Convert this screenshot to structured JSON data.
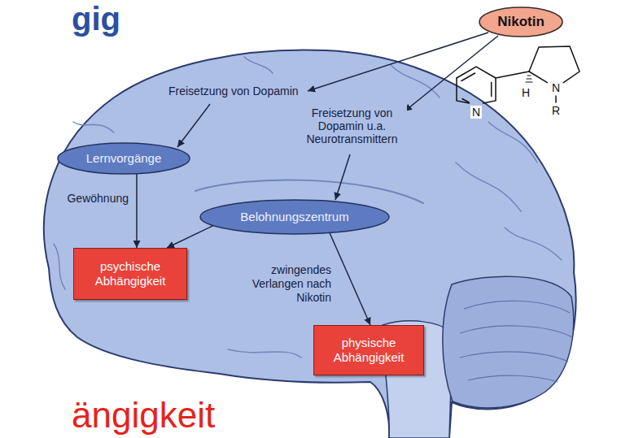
{
  "diagram": {
    "nodes": [
      {
        "text": [
          "Nikotin"
        ]
      },
      {
        "text": [
          "Lernvorgänge"
        ]
      },
      {
        "text": [
          "Belohnungszentrum"
        ]
      },
      {
        "text": [
          "psychische Abhängigkeit"
        ]
      },
      {
        "text": [
          "physische Abhängigkeit"
        ]
      }
    ],
    "edges": [
      {
        "from": 1,
        "to": 3,
        "arrow": "to",
        "label": "Gewöhnung"
      },
      {
        "from": 2,
        "to": 3,
        "arrow": "to"
      },
      {
        "from": 2,
        "to": 4,
        "arrow": "to",
        "label": "zwingendes Verlangen nach Nikotin"
      }
    ],
    "labels": [
      "gig",
      "Freisetzung von Dopamin",
      "Freisetzung von Dopamin u.a. Neurotransmittern",
      "N",
      "H",
      "N",
      "R",
      "ängigkeit"
    ]
  }
}
